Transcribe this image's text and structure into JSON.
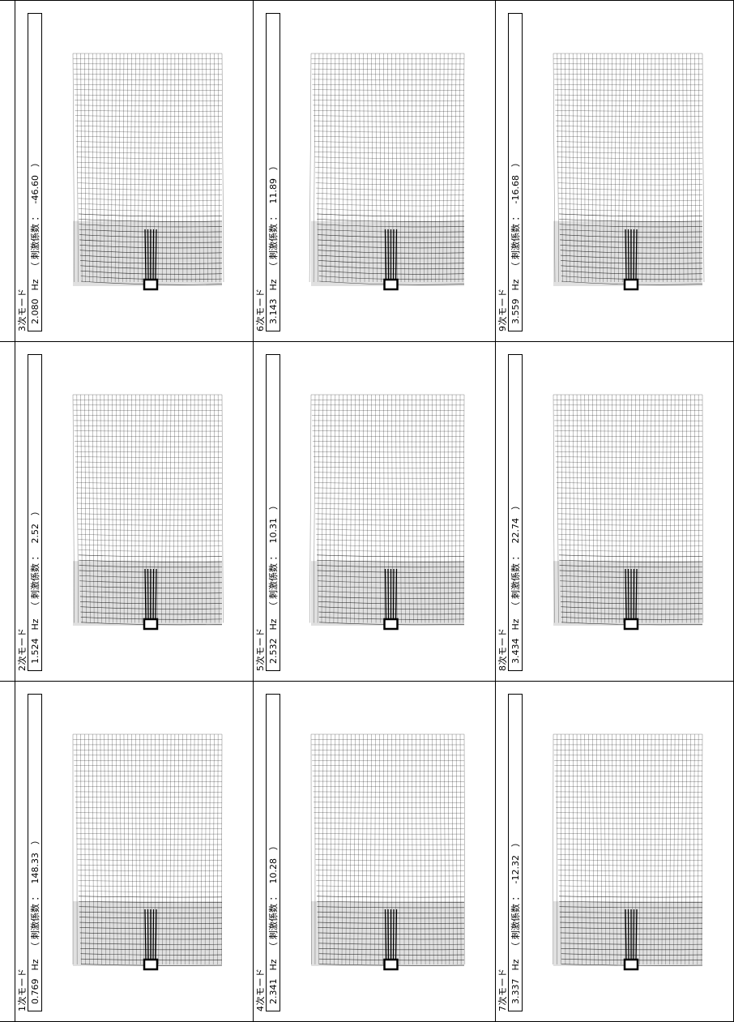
{
  "modes": [
    {
      "title": "1次モード",
      "freq": "0.769",
      "unit": "Hz",
      "coef_open": "（ 刺激係数 ：",
      "coef": "148.33",
      "coef_close": "）"
    },
    {
      "title": "2次モード",
      "freq": "1.524",
      "unit": "Hz",
      "coef_open": "（ 刺激係数 ：",
      "coef": "2.52",
      "coef_close": "）"
    },
    {
      "title": "3次モード",
      "freq": "2.080",
      "unit": "Hz",
      "coef_open": "（ 刺激係数 ：",
      "coef": "-46.60",
      "coef_close": "）"
    },
    {
      "title": "4次モード",
      "freq": "2.341",
      "unit": "Hz",
      "coef_open": "（ 刺激係数 ：",
      "coef": "10.28",
      "coef_close": "）"
    },
    {
      "title": "5次モード",
      "freq": "2.532",
      "unit": "Hz",
      "coef_open": "（ 刺激係数 ：",
      "coef": "10.31",
      "coef_close": "）"
    },
    {
      "title": "6次モード",
      "freq": "3.143",
      "unit": "Hz",
      "coef_open": "（ 刺激係数 ：",
      "coef": "11.89",
      "coef_close": "）"
    },
    {
      "title": "7次モード",
      "freq": "3.337",
      "unit": "Hz",
      "coef_open": "（ 刺激係数 ：",
      "coef": "-12.32",
      "coef_close": "）"
    },
    {
      "title": "8次モード",
      "freq": "3.434",
      "unit": "Hz",
      "coef_open": "（ 刺激係数 ：",
      "coef": "22.74",
      "coef_close": "）"
    },
    {
      "title": "9次モード",
      "freq": "3.559",
      "unit": "Hz",
      "coef_open": "（ 刺激係数 ：",
      "coef": "-16.68",
      "coef_close": "）"
    }
  ]
}
